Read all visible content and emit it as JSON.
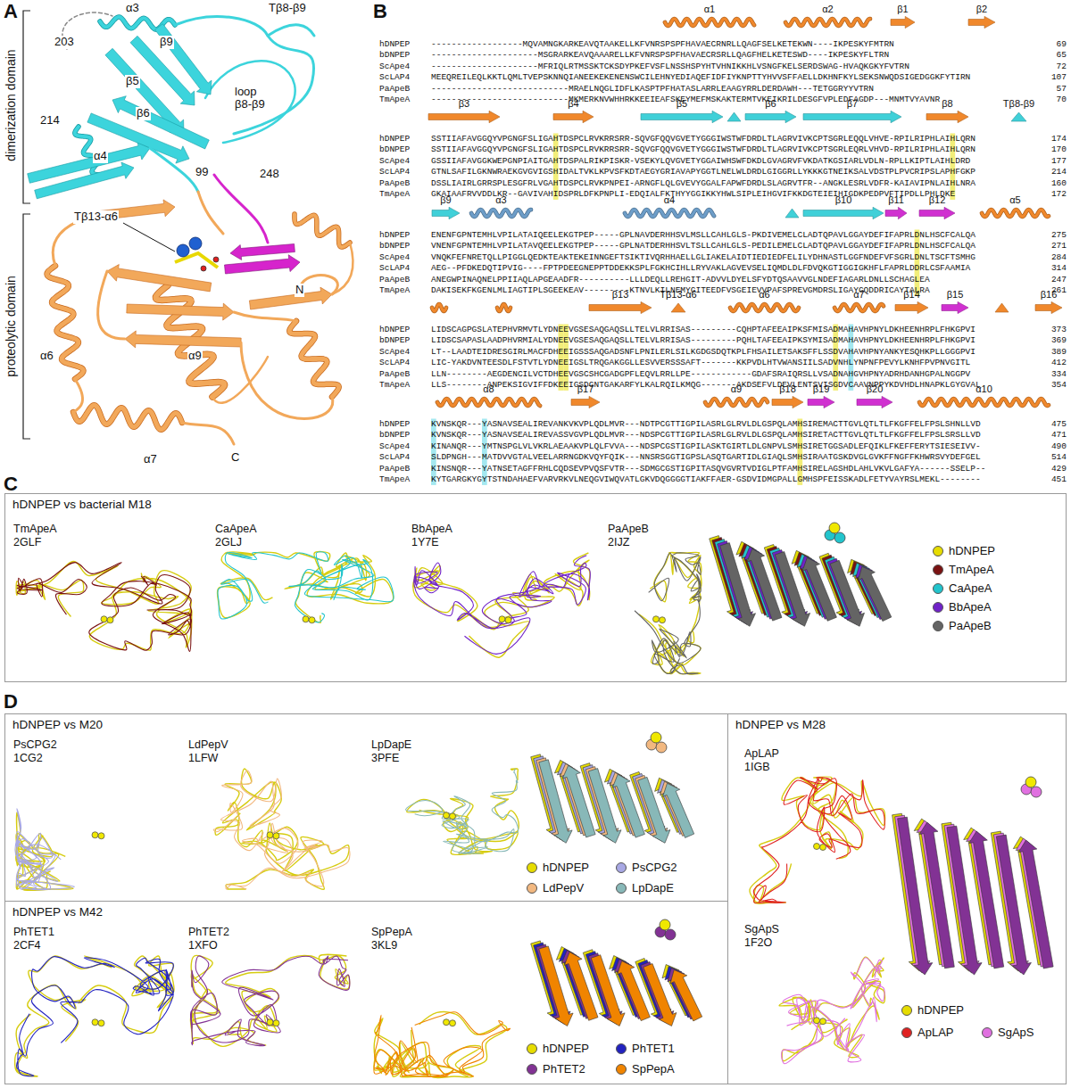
{
  "diagram": {
    "nodes": [
      {
        "text": [
          "hDNPEP vs bacterial M18"
        ]
      },
      {
        "text": [
          "hDNPEP vs M20"
        ]
      },
      {
        "text": [
          "hDNPEP vs M42"
        ]
      },
      {
        "text": [
          "hDNPEP vs M28"
        ]
      }
    ],
    "labels": [
      "A",
      "B",
      "C",
      "D",
      "dimerization domain",
      "proteolytic domain",
      "203",
      "α3",
      "Tβ8-β9",
      "214",
      "β5",
      "β9",
      "β6",
      "loop β8-β9",
      "α4",
      "99",
      "248",
      "Tβ13-α6",
      "N",
      "α6",
      "α9",
      "α7",
      "C",
      "α1",
      "α2",
      "β1",
      "β2",
      "hDNPEP",
      "------------------MQVAMNGKARKEAVQTAAKELLKFVNRSPSPFHAVAECRNRLLQAGFSELKETEKWN----IKPESKYFMTRN",
      "69",
      "bDNPEP",
      "---------------------MSGRARKEAVQAAARELLKFVNRSPSPFHAVAECRSRLLQAGFHELKETESWD----IKPESKYFLTRN",
      "65",
      "ScApe4",
      "---------------------MFRIQLRTMSSKTCKSDYPKEFVSFLNSSHSPYHTVHNIKKHLVSNGFKELSERDSWAG-HVAQKGKYFVTRN",
      "72",
      "ScLAP4",
      "MEEQREILEQLKKTLQMLTVEPSKNNQIANEEKEKENENSWCILEHNYEDIAQEFIDFIYKNPTTYHVVSFFAELLDKHNFKYLSEKSNWQDSIGEDGGKFYTIRN",
      "107",
      "PaApeB",
      "---------------------------MRAELNQGLIDFLKASPTPFHATASLARRLEAAGYRRLDERDAWH---TETGGRYYVTRN",
      "57",
      "TmApeA",
      "---------------------------MKMERKNVWHHRKKEEIEAFSKEYMEFMSKAKTERMTVKEIKRILDESGFVPLEDFAGDP---MNMTVYAVNR",
      "70",
      "β3",
      "β4",
      "β5",
      "β6",
      "β7",
      "β8",
      "Tβ8-β9",
      "hDNPEP",
      "SSTIIAFAVGGQYVPGNGFSLIGAHTDSPCLRVKRRSRR-SQVGFQQVGVETYGGGIWSTWFDRDLTLAGRVIVKCPTSGRLEQQLVHVE-RPILRIPHLAIHLQRN",
      "174",
      "bDNPEP",
      "SSTIIAFAVGGQYVPGNGFSLIGAHTDSPCLRVKRRSRR-SQVGFQQVGVETYGGGIWSTWFDRDLTLAGRVIVKCPTSGRLEQRLVHVD-RPILRIPHLAIHLQRN",
      "170",
      "ScApe4",
      "GSSIIAFAVGGKWEPGNPIAITGAHTDSPALRIKPISKR-VSEKYLQVGVETYGGAIWHSWFDKDLGVAGRVFVKDATKGSIARLVDLN-RPLLKIPTLAIHLDRD",
      "177",
      "ScLAP4",
      "GTNLSAFILGKNWRAEKGVGVIGSHIDALTVKLKPVSFKDTAEGYGRIAVAPYGGTLNELWLDRDLGIGGRLLYKKKGTNEIKSALVDSTPLPVCRIPSLAPHFGKP",
      "214",
      "PaApeB",
      "DSSLIAIRLGRRSPLESGFRLVGAHTDSPCLRVKPNPEI-ARNGFLQLGVEVYGGALFAPWFDRDLSLAGRVTFR--ANGKLESRLVDFR-KAIAVIPNLAIHLNRA",
      "160",
      "TmApeA",
      "GKAIAAFRVVDDLKR--GAVIVAHIDSPRLDFKPNPLI-EDQIALFKTHYYGGIKKYHWLSIPLEIHGVIFKKDGTEIEIHIGDKPEDPVFTIPDLLPHLDKE",
      "172",
      "β9",
      "α3",
      "α4",
      "β10",
      "β11",
      "β12",
      "α5",
      "hDNPEP",
      "ENENFGPNTEMHLVPILATAIQEELEKGTPEP-----GPLNAVDERHHSVLMSLLCAHLGLS-PKDIVEMELCLADTQPAVLGGAYDEFIFAPRLDNLHSCFCALQA",
      "275",
      "bDNPEP",
      "VNENFGPNTEMHLVPILATAVQEELEKGTPEP-----GPLNATDERHHSVLTSLLCAHLGLS-PEDILEMELCLADTQPAVLGGAYDEFIFAPRLDNLHSCFCALQA",
      "271",
      "ScApe4",
      "VNQKFEFNRETQLLPIGGLQEDKTEAKTEKEINNGEFTSIKTIVQRHHAELLGLIAKELAIDTIEDIEDFELILYDHNASTLGGFNDEFVFSGRLDNLTSCFTSMHG",
      "284",
      "ScLAP4",
      "AEG--PFDKEDQTIPVIG----FPTPDEEGNEPPTDDEKKSPLFGKHCIHLLRYVAKLAGVEVSELIQMDLDLFDVQKGTIGGIGKHFLFAPRLDDRLCSFAAMIA",
      "314",
      "PaApeB",
      "ANEGWPINAQNELPPIIAQLAPGEAADFR----------LLLDEQLLREHGIT-ADVVLDYELSFYDTQSAAVVGLNDEFIAGARLDNLLSCHAGLEA",
      "247",
      "TmApeA",
      "DAKISEKFKGENLMLIAGTIPLSGEEKEAV---------KTNVLKILNEMYGITEEDFVSGEIEVVPAFSPREVGMDRSLIGAYGQDDRICAYTALRA",
      "261",
      "β13",
      "Tβ13-α6",
      "α6",
      "α7",
      "β14",
      "β15",
      "β16",
      "hDNPEP",
      "LIDSCAGPGSLATEPHVRMVTLYDNEEVGSESAQGAQSLLTELVLRRISAS---------CQHPTAFEEAIPKSFMISADMAHAVHPNYLDKHEENHRPLFHKGPVI",
      "373",
      "bDNPEP",
      "LIDSCSAPASLAADPHVRMIALYDNEEVGSESAQGAQSLLTELVLRRISAS---------PQHLTAFEEAIPKSYMISADMAHAVHPNYLDKHEENHRPLFHKGPVI",
      "369",
      "ScApe4",
      "LT--LAADTEIDRESGIRLMACFDHEEIGSSSAQGADSNFLPNILERLSILKGDGSDQTKPLFHSAILETSAKSFFLSSDVAHAVHPNYANKYESQHKPLLGGGPVI",
      "389",
      "ScLAP4",
      "LIC-YAKDVNTEESDLFSTVTLYDNEEIGSLTRQGAKGGLLESVVERSSSAFT-------KKPVDLHTVWANSIILSADVNHLYNPNFPEVYLKNHFPVPNVGITL",
      "412",
      "PaApeB",
      "LLN--------AEGDENCILVCTDHEEVGSCSHCGADGPFLEQVLRRLLPE------------GDAFSRAIQRSLLVSADNAHGVHPNYADRHDANHGPALNGGPV",
      "334",
      "TmApeA",
      "LLS--------ANPEKSIGVIFFDKEEIGSDGNTGAKARFYLKALRQILKMQG-------AKDSEFVLDEVLENTSVISGDVCAAVNPPYKDVHDLHNAPKLGYGVAL",
      "354",
      "α8",
      "β17",
      "α9",
      "β18",
      "β19",
      "β20",
      "α10",
      "hDNPEP",
      "KVNSKQR---YASNAVSEALIREVANKVKVPLQDLMVR---NDTPCGTTIGPILASRLGLRVLDLGSPQLAMHSIREMACTTGVLQTLTLFKGFFELFPSLSHNLLVD",
      "475",
      "bDNPEP",
      "KVNSKQR---YASNAVSEALIREVASSVGVPLQDLMVR---NDSPCGTTIGPILASRLGLRVLDLGSPQLAMHSIRETACTTGVLQTLTLFKGFFELFPSLSRSLLVD",
      "471",
      "ScApe4",
      "KINANQR---YMTNSPGLVLVKRLAEAAKVPLQLFVVA---NDSPCGSTIGPILASKTGIRTLDLGNPVLSMHSIRETGGSADLEFQIKLFKEFFERYTSIESEIVV-",
      "490",
      "ScLAP4",
      "SLDPNGH---MATDVVGTALVEELARRNGDKVQYFQIK---NNSRSGGTIGPSLASQTGARTIDLGIAQLSMHSIRAATGSKDVGLGVKFFNGFFKHWRSVYDEFGEL",
      "514",
      "PaApeB",
      "KINSNQR---YATNSETAGFFRHLCQDSEVPVQSFVTR---SDMGCGSTIGPITASQVGVRTVDIGLPTFAMHSIRELAGSHDLAHLVKVLGAFYA------SSELP--",
      "429",
      "TmApeA",
      "KYTGARGKYGYTSTNDAHAEFVARVRKVLNEQGVIWQVATLGKVDQGGGGTIAKFFAER-GSDVIDMGPALLGMHSPFEISSKADLFETYVAYRSLMEKL--------",
      "451",
      "TmApeA",
      "2GLF",
      "CaApeA",
      "2GLJ",
      "BbApeA",
      "1Y7E",
      "PaApeB",
      "2IJZ",
      "PsCPG2",
      "1CG2",
      "LdPepV",
      "1LFW",
      "LpDapE",
      "3PFE",
      "PhTET1",
      "2CF4",
      "PhTET2",
      "1XFO",
      "SpPepA",
      "3KL9",
      "ApLAP",
      "1IGB",
      "SgApS",
      "1F2O"
    ],
    "legend": [
      {
        "text": "hDNPEP",
        "color": "#e6dc00"
      },
      {
        "text": "TmApeA",
        "color": "#7a1212"
      },
      {
        "text": "CaApeA",
        "color": "#22c4cc"
      },
      {
        "text": "BbApeA",
        "color": "#7022c8"
      },
      {
        "text": "PaApeB",
        "color": "#646464"
      },
      {
        "text": "hDNPEP",
        "color": "#e6dc00"
      },
      {
        "text": "PsCPG2",
        "color": "#a8a8e4"
      },
      {
        "text": "LdPepV",
        "color": "#f2b880"
      },
      {
        "text": "LpDapE",
        "color": "#88b8b8"
      },
      {
        "text": "hDNPEP",
        "color": "#e6dc00"
      },
      {
        "text": "PhTET1",
        "color": "#2222c0"
      },
      {
        "text": "PhTET2",
        "color": "#823294"
      },
      {
        "text": "SpPepA",
        "color": "#f08400"
      },
      {
        "text": "hDNPEP",
        "color": "#e6dc00"
      },
      {
        "text": "ApLAP",
        "color": "#e02222"
      },
      {
        "text": "SgApS",
        "color": "#e070e0"
      }
    ]
  }
}
